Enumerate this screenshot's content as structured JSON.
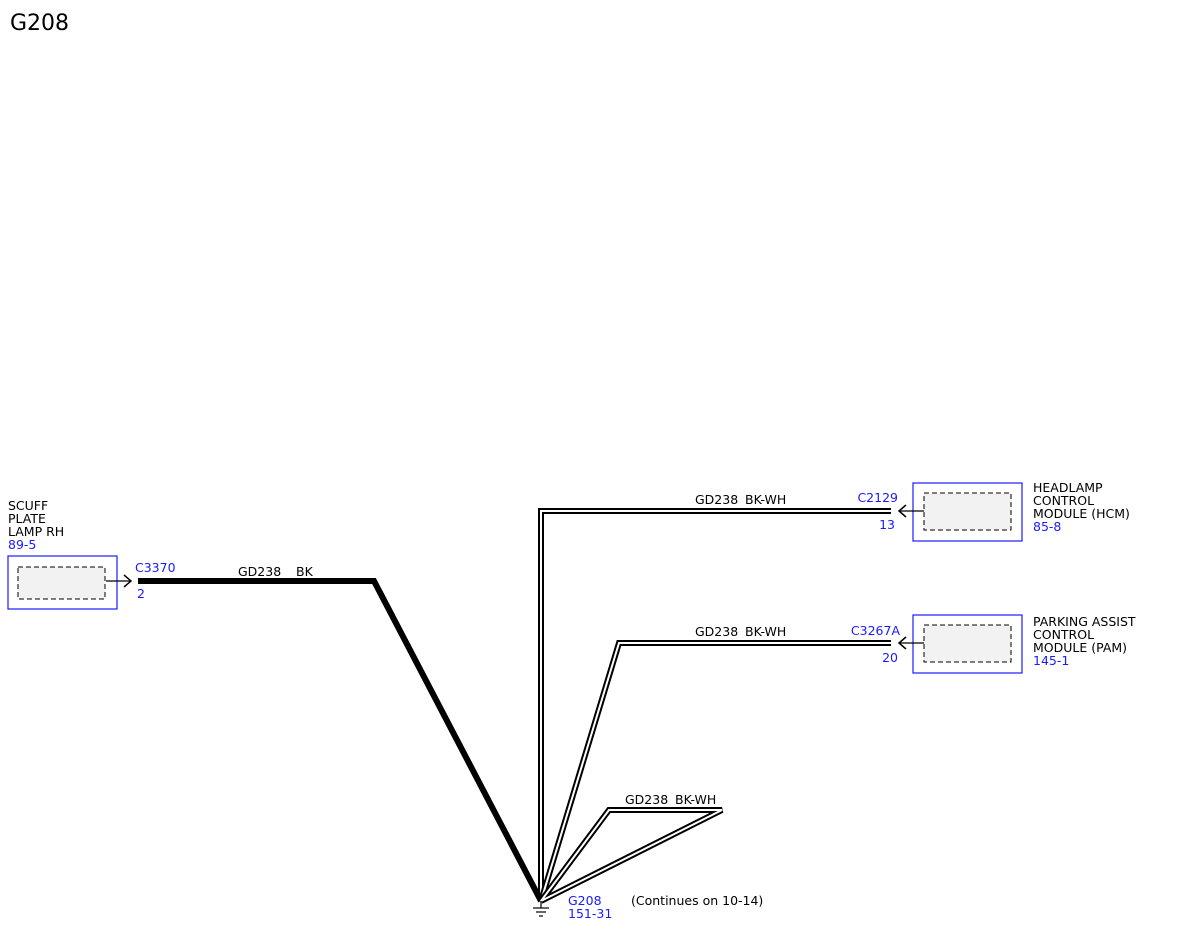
{
  "page_title": "G208",
  "colors": {
    "wire": "#000000",
    "reference": "#1a1aff",
    "component_border": "#1a1aff",
    "component_fill": "#f2f2f2"
  },
  "components": {
    "scuff": {
      "name_lines": [
        "SCUFF",
        "PLATE",
        "LAMP RH"
      ],
      "ref": "89-5",
      "connector": "C3370",
      "pin": "2"
    },
    "hcm": {
      "name_lines": [
        "HEADLAMP",
        "CONTROL",
        "MODULE (HCM)"
      ],
      "ref": "85-8",
      "connector": "C2129",
      "pin": "13"
    },
    "pam": {
      "name_lines": [
        "PARKING ASSIST",
        "CONTROL",
        "MODULE (PAM)"
      ],
      "ref": "145-1",
      "connector": "C3267A",
      "pin": "20"
    }
  },
  "wires": {
    "scuff": {
      "circuit": "GD238",
      "color": "BK"
    },
    "hcm": {
      "circuit": "GD238",
      "color": "BK-WH"
    },
    "pam": {
      "circuit": "GD238",
      "color": "BK-WH"
    },
    "continuation": {
      "circuit": "GD238",
      "color": "BK-WH"
    }
  },
  "ground": {
    "id": "G208",
    "ref": "151-31",
    "note": "(Continues on 10-14)"
  }
}
